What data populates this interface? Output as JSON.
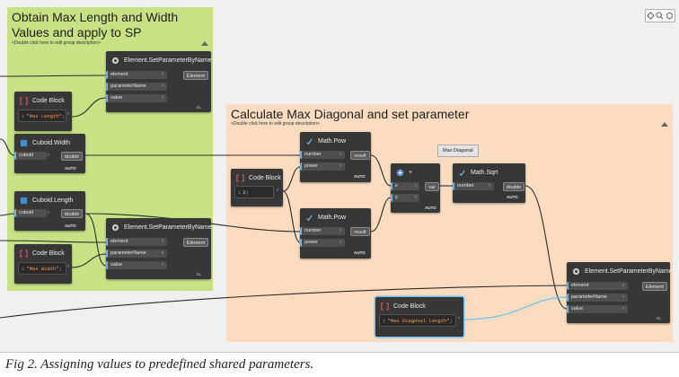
{
  "groups": {
    "green": {
      "title": "Obtain Max Length and Width\nValues and apply to SP",
      "description": "<Double click here to edit group description>",
      "color": "#c7e184"
    },
    "orange": {
      "title": "Calculate Max Diagonal and set parameter",
      "description": "<Double click here to edit group description>",
      "color": "#fbdcc0"
    }
  },
  "nodes": {
    "setparam1": {
      "title": "Element.SetParameterByName",
      "inputs": [
        "element",
        "parameterName",
        "value"
      ],
      "output": "Element",
      "lacing": "I/L"
    },
    "codeblock1": {
      "title": "Code Block",
      "line": "1",
      "code": "\"Max Length\";"
    },
    "cuboid_width": {
      "title": "Cuboid.Width",
      "input": "cuboid",
      "output": "double",
      "auto": "AUTO"
    },
    "cuboid_length": {
      "title": "Cuboid.Length",
      "input": "cuboid",
      "output": "double",
      "auto": "AUTO"
    },
    "codeblock2": {
      "title": "Code Block",
      "line": "1",
      "code": "\"Max Width\";"
    },
    "setparam2": {
      "title": "Element.SetParameterByName",
      "inputs": [
        "element",
        "parameterName",
        "value"
      ],
      "output": "Element",
      "lacing": "I/L"
    },
    "mathpow1": {
      "title": "Math.Pow",
      "inputs": [
        "number",
        "power"
      ],
      "output": "result",
      "auto": "AUTO"
    },
    "codeblock3": {
      "title": "Code Block",
      "line": "1",
      "code": "2;"
    },
    "plus": {
      "title": "+",
      "inputs": [
        "x",
        "y"
      ],
      "output": "var",
      "auto": "AUTO"
    },
    "mathsqrt": {
      "title": "Math.Sqrt",
      "input": "number",
      "output": "double",
      "auto": "AUTO"
    },
    "mathpow2": {
      "title": "Math.Pow",
      "inputs": [
        "number",
        "power"
      ],
      "output": "result",
      "auto": "AUTO"
    },
    "setparam3": {
      "title": "Element.SetParameterByName",
      "inputs": [
        "element",
        "parameterName",
        "value"
      ],
      "output": "Element",
      "lacing": "I/L"
    },
    "codeblock4": {
      "title": "Code Block",
      "line": "1",
      "code": "\"Max Diagonal Length\";"
    }
  },
  "tooltip": "Max Diagonal",
  "colors": {
    "canvas": "#f0f0f0",
    "node": "#373737",
    "wire": "#2b2b2b",
    "selected_wire": "#6ac4ef",
    "string": "#ff9a5a"
  },
  "caption": "Fig 2. Assigning values to predefined shared parameters."
}
